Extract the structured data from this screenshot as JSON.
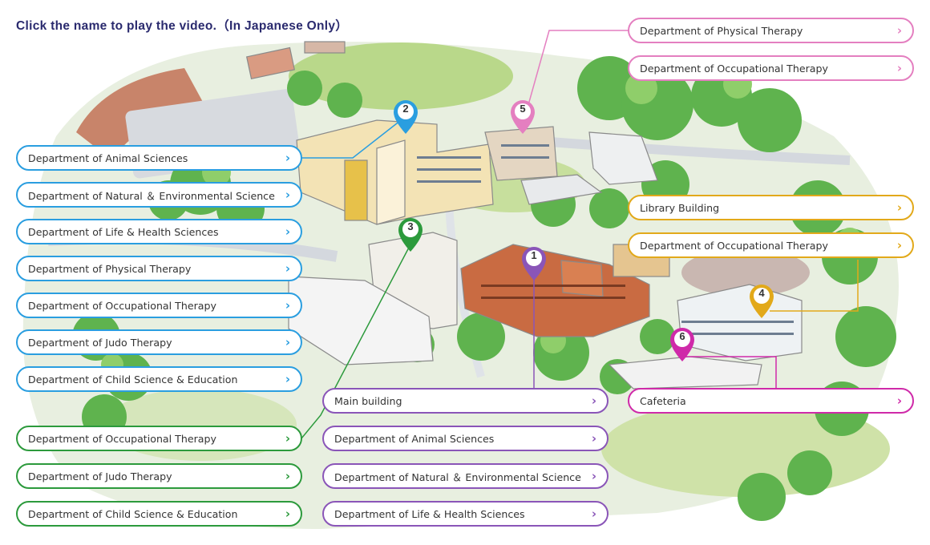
{
  "instruction": "Click the name to play the video.（In Japanese Only）",
  "colors": {
    "blue": "#2a9ee0",
    "green": "#2c9a3c",
    "purple": "#8a55b8",
    "pink": "#e47fc0",
    "gold": "#e2a91a",
    "magenta": "#cf2aa9"
  },
  "markers": [
    {
      "num": "2",
      "color": "#2a9ee0",
      "icon": "map-pin-icon"
    },
    {
      "num": "5",
      "color": "#e47fc0",
      "icon": "map-pin-icon"
    },
    {
      "num": "3",
      "color": "#2c9a3c",
      "icon": "map-pin-icon"
    },
    {
      "num": "1",
      "color": "#8a55b8",
      "icon": "map-pin-icon"
    },
    {
      "num": "4",
      "color": "#e2a91a",
      "icon": "map-pin-icon"
    },
    {
      "num": "6",
      "color": "#cf2aa9",
      "icon": "map-pin-icon"
    }
  ],
  "groups": {
    "building2": [
      "Department of Animal Sciences",
      "Department of Natural ＆ Environmental Science",
      "Department of Life & Health Sciences",
      "Department of Physical Therapy",
      "Department of Occupational Therapy",
      "Department of Judo Therapy",
      "Department of Child Science & Education"
    ],
    "building3": [
      "Department of Occupational Therapy",
      "Department of Judo Therapy",
      "Department of Child Science & Education"
    ],
    "building1": [
      "Main building",
      "Department of Animal Sciences",
      "Department of Natural ＆ Environmental Science",
      "Department of Life & Health Sciences"
    ],
    "building5": [
      "Department of Physical Therapy",
      "Department of Occupational Therapy"
    ],
    "building4": [
      "Library Building",
      "Department of Occupational Therapy"
    ],
    "building6": [
      "Cafeteria"
    ]
  },
  "chevron": "›"
}
